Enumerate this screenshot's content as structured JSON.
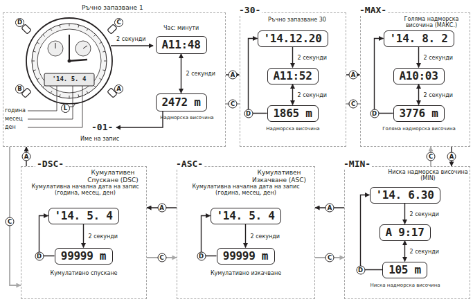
{
  "diagram": {
    "nodes": [
      {
        "text": [
          "Ръчно запазване 1"
        ]
      },
      {
        "text": [
          "A11:48"
        ],
        "in": 0
      },
      {
        "text": [
          "2472 m"
        ],
        "in": 0
      },
      {
        "text": [
          "-30-",
          "Ръчно запазване 30"
        ]
      },
      {
        "text": [
          "'14.12.20"
        ],
        "in": 3
      },
      {
        "text": [
          "A11:52"
        ],
        "in": 3
      },
      {
        "text": [
          "1865 m"
        ],
        "in": 3
      },
      {
        "text": [
          "-MAX-",
          "Голяма надморска височина (МАКС.)"
        ]
      },
      {
        "text": [
          "'14. 8. 2"
        ],
        "in": 7
      },
      {
        "text": [
          "A10:03"
        ],
        "in": 7
      },
      {
        "text": [
          "3776 m"
        ],
        "in": 7
      },
      {
        "text": [
          "-DSC-",
          "Кумулативен Спускане (DSC)"
        ]
      },
      {
        "text": [
          "'14. 5. 4"
        ],
        "in": 11
      },
      {
        "text": [
          "99999 m"
        ],
        "in": 11
      },
      {
        "text": [
          "-ASC-",
          "Кумулативен Изкачване (ASC)"
        ]
      },
      {
        "text": [
          "'14. 5. 4"
        ],
        "in": 14
      },
      {
        "text": [
          "99999 m"
        ],
        "in": 14
      },
      {
        "text": [
          "-MIN-",
          "Ниска надморска височина (MIN)"
        ]
      },
      {
        "text": [
          "'14. 6.30"
        ],
        "in": 17
      },
      {
        "text": [
          "A 9:17"
        ],
        "in": 17
      },
      {
        "text": [
          "105 m"
        ],
        "in": 17
      }
    ],
    "edges": [
      {
        "from": 0,
        "to": 3,
        "label": "A",
        "arrow": "to"
      },
      {
        "from": 3,
        "to": 0,
        "label": "C",
        "arrow": "to"
      },
      {
        "from": 3,
        "to": 7,
        "label": "A",
        "arrow": "to"
      },
      {
        "from": 7,
        "to": 3,
        "label": "C",
        "arrow": "to"
      },
      {
        "from": 7,
        "to": 17,
        "label": "A",
        "arrow": "to"
      },
      {
        "from": 17,
        "to": 7,
        "label": "C",
        "arrow": "to"
      },
      {
        "from": 17,
        "to": 14,
        "label": "A",
        "arrow": "to"
      },
      {
        "from": 14,
        "to": 17,
        "label": "C",
        "arrow": "to"
      },
      {
        "from": 14,
        "to": 11,
        "label": "A",
        "arrow": "to"
      },
      {
        "from": 11,
        "to": 14,
        "label": "C",
        "arrow": "to"
      },
      {
        "from": 11,
        "to": 0,
        "label": "A",
        "arrow": "to"
      },
      {
        "from": 0,
        "to": 11,
        "label": "C",
        "arrow": "to"
      },
      {
        "from": 1,
        "to": 2,
        "label": "2 секунди",
        "arrow": "both"
      },
      {
        "from": 4,
        "to": 5,
        "label": "2 секунди",
        "arrow": "to"
      },
      {
        "from": 5,
        "to": 6,
        "label": "2 секунди",
        "arrow": "both"
      },
      {
        "from": 6,
        "to": 4,
        "label": "D",
        "arrow": "to"
      },
      {
        "from": 8,
        "to": 9,
        "label": "2 секунди",
        "arrow": "to"
      },
      {
        "from": 9,
        "to": 10,
        "label": "2 секунди",
        "arrow": "both"
      },
      {
        "from": 10,
        "to": 8,
        "label": "D",
        "arrow": "to"
      },
      {
        "from": 12,
        "to": 13,
        "label": "2 секунди",
        "arrow": "to"
      },
      {
        "from": 13,
        "to": 12,
        "label": "D",
        "arrow": "to"
      },
      {
        "from": 15,
        "to": 16,
        "label": "2 секунди",
        "arrow": "to"
      },
      {
        "from": 16,
        "to": 15,
        "label": "D",
        "arrow": "to"
      },
      {
        "from": 18,
        "to": 19,
        "label": "2 секунди",
        "arrow": "to"
      },
      {
        "from": 19,
        "to": 20,
        "label": "2 секунди",
        "arrow": "both"
      },
      {
        "from": 20,
        "to": 18,
        "label": "D",
        "arrow": "to"
      }
    ],
    "labels": [
      "Час: минути",
      "2 секунди",
      "Надморска височина",
      "D",
      "C",
      "B",
      "A",
      "'14. 5. 4",
      "L",
      "година",
      "месец",
      "ден",
      "-01-",
      "Име на запис",
      "Надморска височина",
      "Голяма надморска височина",
      "Кумулативна начална дата на запис (година, месец, ден)",
      "Кумулативно спускане",
      "Кумулативна начална дата на запис (година, месец, ден)",
      "Кумулативно изкачване",
      "Ниска надморска височина"
    ]
  }
}
